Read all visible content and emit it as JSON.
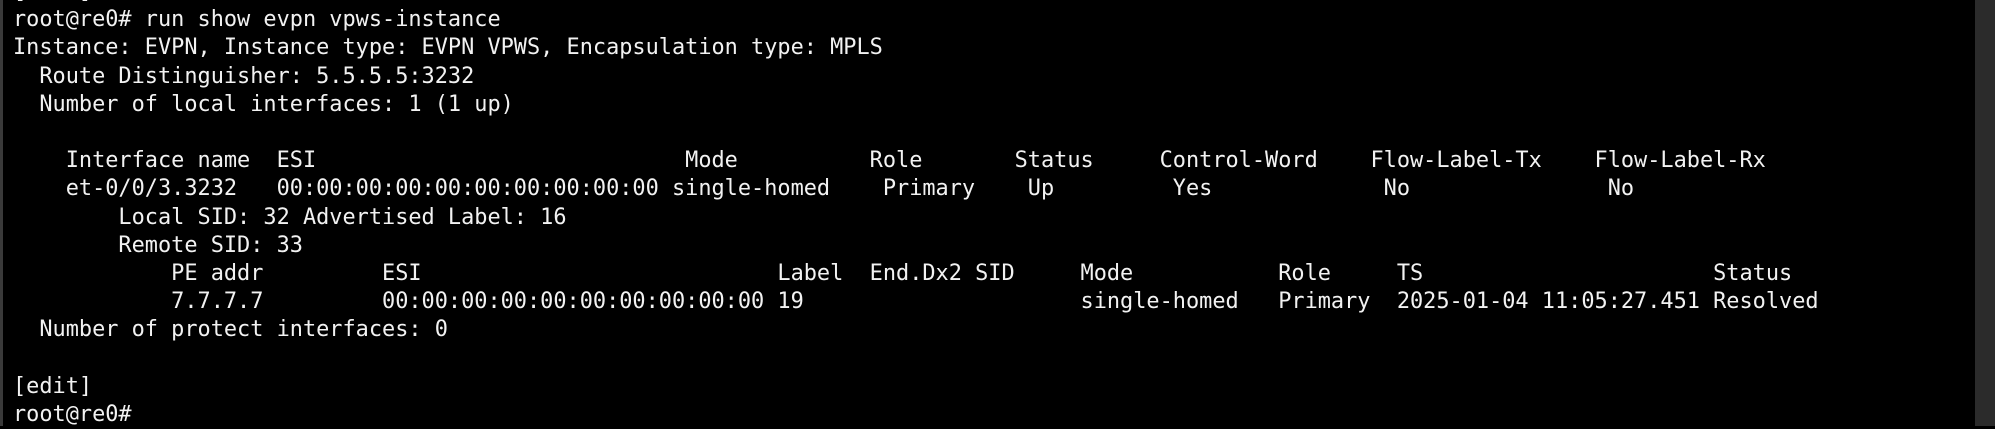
{
  "terminal": {
    "lines": [
      "[edit]",
      "root@re0# run show evpn vpws-instance",
      "Instance: EVPN, Instance type: EVPN VPWS, Encapsulation type: MPLS",
      "  Route Distinguisher: 5.5.5.5:3232",
      "  Number of local interfaces: 1 (1 up)",
      "",
      "    Interface name  ESI                            Mode          Role       Status     Control-Word    Flow-Label-Tx    Flow-Label-Rx",
      "    et-0/0/3.3232   00:00:00:00:00:00:00:00:00:00 single-homed    Primary    Up         Yes             No               No",
      "        Local SID: 32 Advertised Label: 16",
      "        Remote SID: 33",
      "            PE addr         ESI                           Label  End.Dx2 SID     Mode           Role     TS                      Status",
      "            7.7.7.7         00:00:00:00:00:00:00:00:00:00 19                     single-homed   Primary  2025-01-04 11:05:27.451 Resolved",
      "  Number of protect interfaces: 0",
      "",
      "[edit]",
      "root@re0# "
    ]
  }
}
